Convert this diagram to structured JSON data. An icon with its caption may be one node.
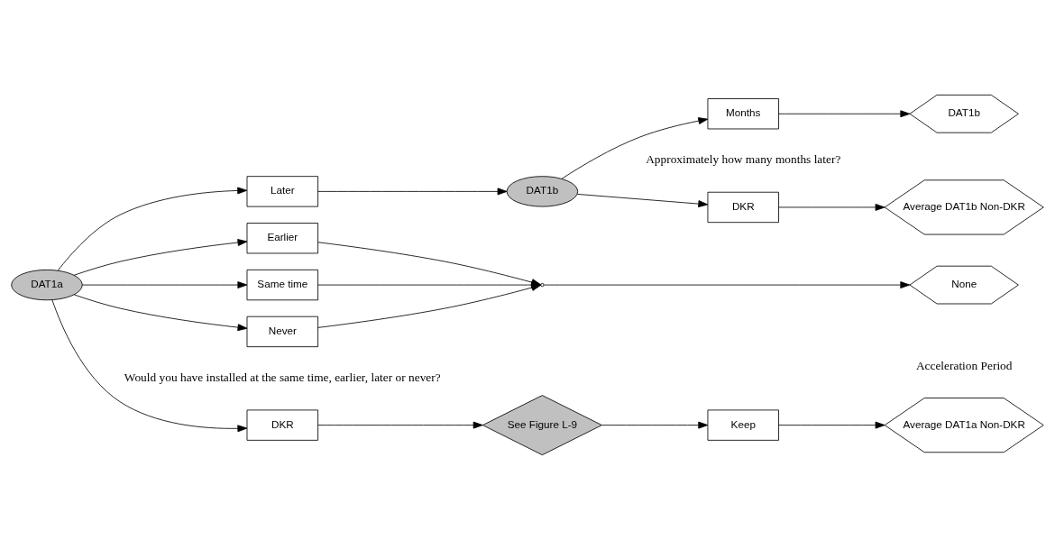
{
  "diagram": {
    "nodes": [
      {
        "text": [
          "DAT1a"
        ]
      },
      {
        "text": [
          "DKR"
        ]
      },
      {
        "text": [
          "Same time"
        ]
      },
      {
        "text": [
          "Never"
        ]
      },
      {
        "text": [
          "Earlier"
        ]
      },
      {
        "text": [
          "Later"
        ]
      },
      {
        "text": [
          "See Figure L-9"
        ]
      },
      {
        "text": [
          "Keep"
        ]
      },
      {
        "text": [],
        "shape": "circle"
      },
      {
        "text": [
          "Average DAT1a Non-DKR"
        ]
      },
      {
        "text": [
          "None"
        ]
      },
      {
        "text": [
          "DAT1b"
        ]
      },
      {
        "text": [
          "DKR"
        ]
      },
      {
        "text": [
          "Months"
        ]
      },
      {
        "text": [
          "Average DAT1b Non-DKR"
        ]
      },
      {
        "text": [
          "DAT1b"
        ]
      }
    ],
    "edges": [
      {
        "from": 0,
        "to": 1,
        "arrow": "to"
      },
      {
        "from": 0,
        "to": 2,
        "arrow": "to"
      },
      {
        "from": 0,
        "to": 3,
        "arrow": "to"
      },
      {
        "from": 0,
        "to": 4,
        "arrow": "to"
      },
      {
        "from": 0,
        "to": 5,
        "arrow": "to"
      },
      {
        "from": 1,
        "to": 6,
        "arrow": "to"
      },
      {
        "from": 6,
        "to": 7,
        "arrow": "to"
      },
      {
        "from": 7,
        "to": 9,
        "arrow": "to"
      },
      {
        "from": 2,
        "to": 8,
        "arrow": "to"
      },
      {
        "from": 3,
        "to": 8,
        "arrow": "to"
      },
      {
        "from": 4,
        "to": 8,
        "arrow": "to"
      },
      {
        "from": 8,
        "to": 10,
        "arrow": "to"
      },
      {
        "from": 5,
        "to": 11,
        "arrow": "to"
      },
      {
        "from": 11,
        "to": 12,
        "arrow": "to"
      },
      {
        "from": 11,
        "to": 13,
        "arrow": "to"
      },
      {
        "from": 12,
        "to": 14,
        "arrow": "to"
      },
      {
        "from": 13,
        "to": 15,
        "arrow": "to"
      }
    ],
    "labels": [
      "Would you have installed at the same time, earlier, later or never?",
      "Acceleration Period",
      "Approximately how many months later?"
    ]
  }
}
